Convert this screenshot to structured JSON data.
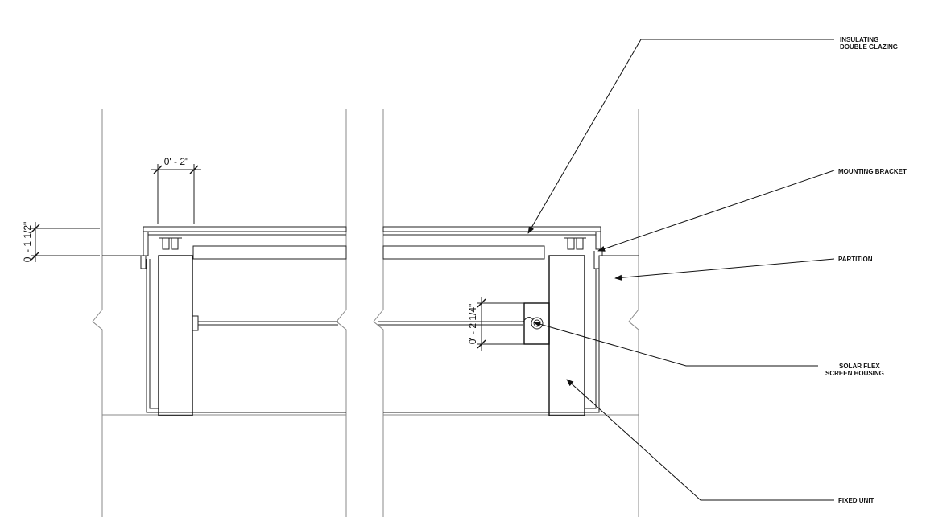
{
  "labels": {
    "glazing_line1": "INSULATING",
    "glazing_line2": "DOUBLE GLAZING",
    "mounting_bracket": "MOUNTING BRACKET",
    "partition": "PARTITION",
    "housing_line1": "SOLAR FLEX",
    "housing_line2": "SCREEN HOUSING",
    "fixed_unit": "FIXED UNIT"
  },
  "dimensions": {
    "width_top": "0' - 2\"",
    "height_left": "0' - 1 1/2\"",
    "height_right": "0' - 2 1/4\""
  }
}
